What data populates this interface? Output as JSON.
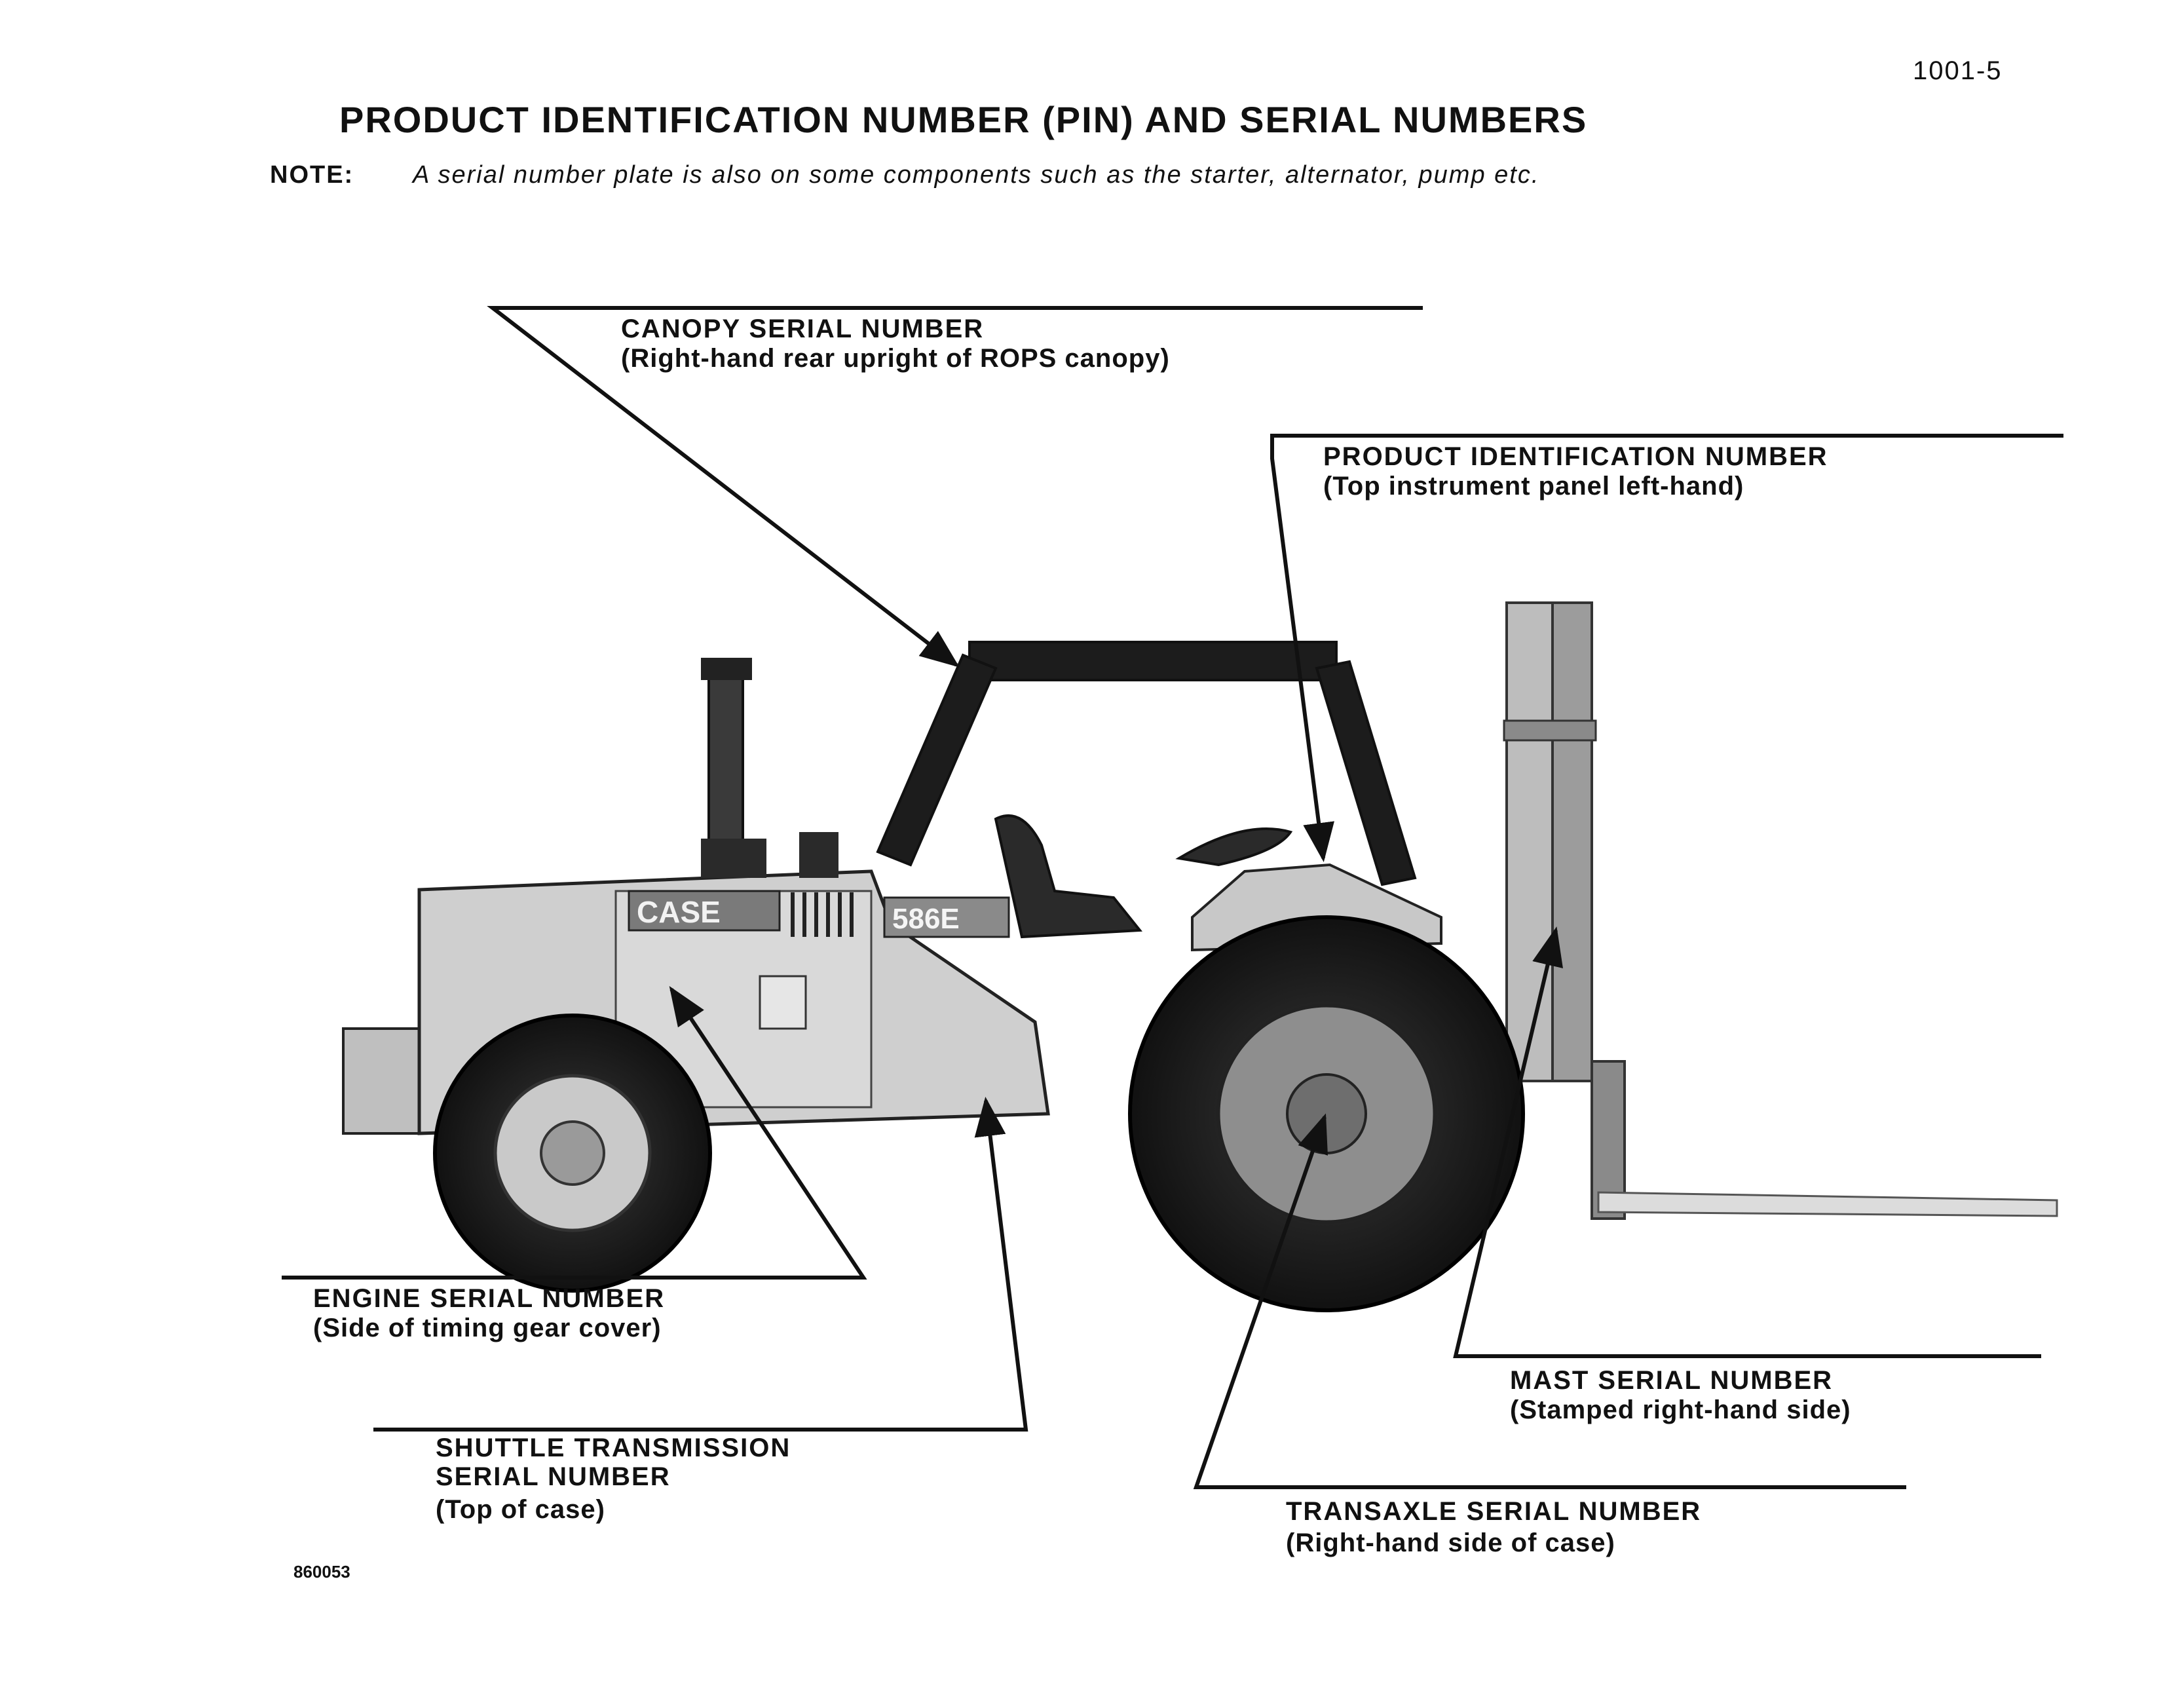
{
  "header": {
    "page_number": "1001-5",
    "title": "PRODUCT IDENTIFICATION NUMBER (PIN) AND SERIAL NUMBERS"
  },
  "note": {
    "label": "NOTE:",
    "text": "A serial number plate is also on some components such as the starter, alternator, pump etc."
  },
  "machine": {
    "brand_logo": "CASE",
    "model": "586E"
  },
  "callouts": {
    "canopy": {
      "title": "CANOPY SERIAL NUMBER",
      "location": "(Right-hand rear upright of ROPS canopy)"
    },
    "pin": {
      "title": "PRODUCT IDENTIFICATION NUMBER",
      "location": "(Top instrument panel left-hand)"
    },
    "engine": {
      "title": "ENGINE SERIAL NUMBER",
      "location": "(Side of timing gear cover)"
    },
    "shuttle": {
      "title_line1": "SHUTTLE TRANSMISSION",
      "title_line2": "SERIAL NUMBER",
      "location": "(Top of case)"
    },
    "mast": {
      "title": "MAST SERIAL NUMBER",
      "location": "(Stamped right-hand side)"
    },
    "transaxle": {
      "title": "TRANSAXLE SERIAL NUMBER",
      "location": "(Right-hand side of case)"
    }
  },
  "figure_number": "860053"
}
